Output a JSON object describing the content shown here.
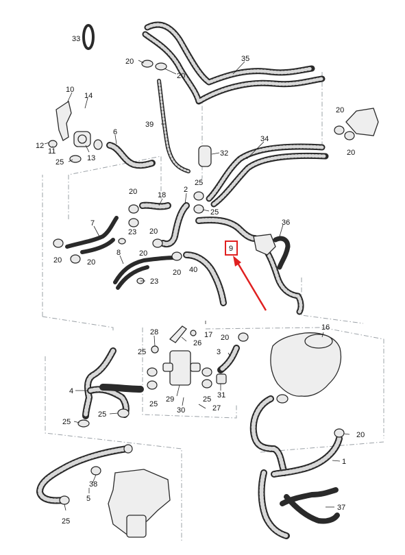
{
  "colors": {
    "line": "#2a2a2a",
    "frame": "#9aa0a6",
    "highlight": "#e02020"
  },
  "highlight": {
    "label": "9"
  },
  "labels": {
    "l33": "33",
    "l35": "35",
    "l20a": "20",
    "l20b": "20",
    "l10": "10",
    "l14": "14",
    "l12": "12",
    "l11": "11",
    "l13": "13",
    "l6": "6",
    "l25a": "25",
    "l39": "39",
    "l32": "32",
    "l34": "34",
    "l20c": "20",
    "l20d": "20",
    "l25b": "25",
    "l2": "2",
    "l18": "18",
    "l20e": "20",
    "l25c": "25",
    "l7": "7",
    "l20f": "20",
    "l23a": "23",
    "l20g": "20",
    "l36": "36",
    "l20h": "20",
    "l20i": "20",
    "l8": "8",
    "l40": "40",
    "l20j": "20",
    "l23b": "23",
    "l28": "28",
    "l17": "17",
    "l26": "26",
    "l20k": "20",
    "l16": "16",
    "l25d": "25",
    "l3": "3",
    "l4": "4",
    "l29": "29",
    "l31": "31",
    "l25e": "25",
    "l25f": "25",
    "l30": "30",
    "l27": "27",
    "l25g": "25",
    "l25h": "25",
    "l20l": "20",
    "l1": "1",
    "l38": "38",
    "l5": "5",
    "l25i": "25",
    "l37": "37"
  }
}
